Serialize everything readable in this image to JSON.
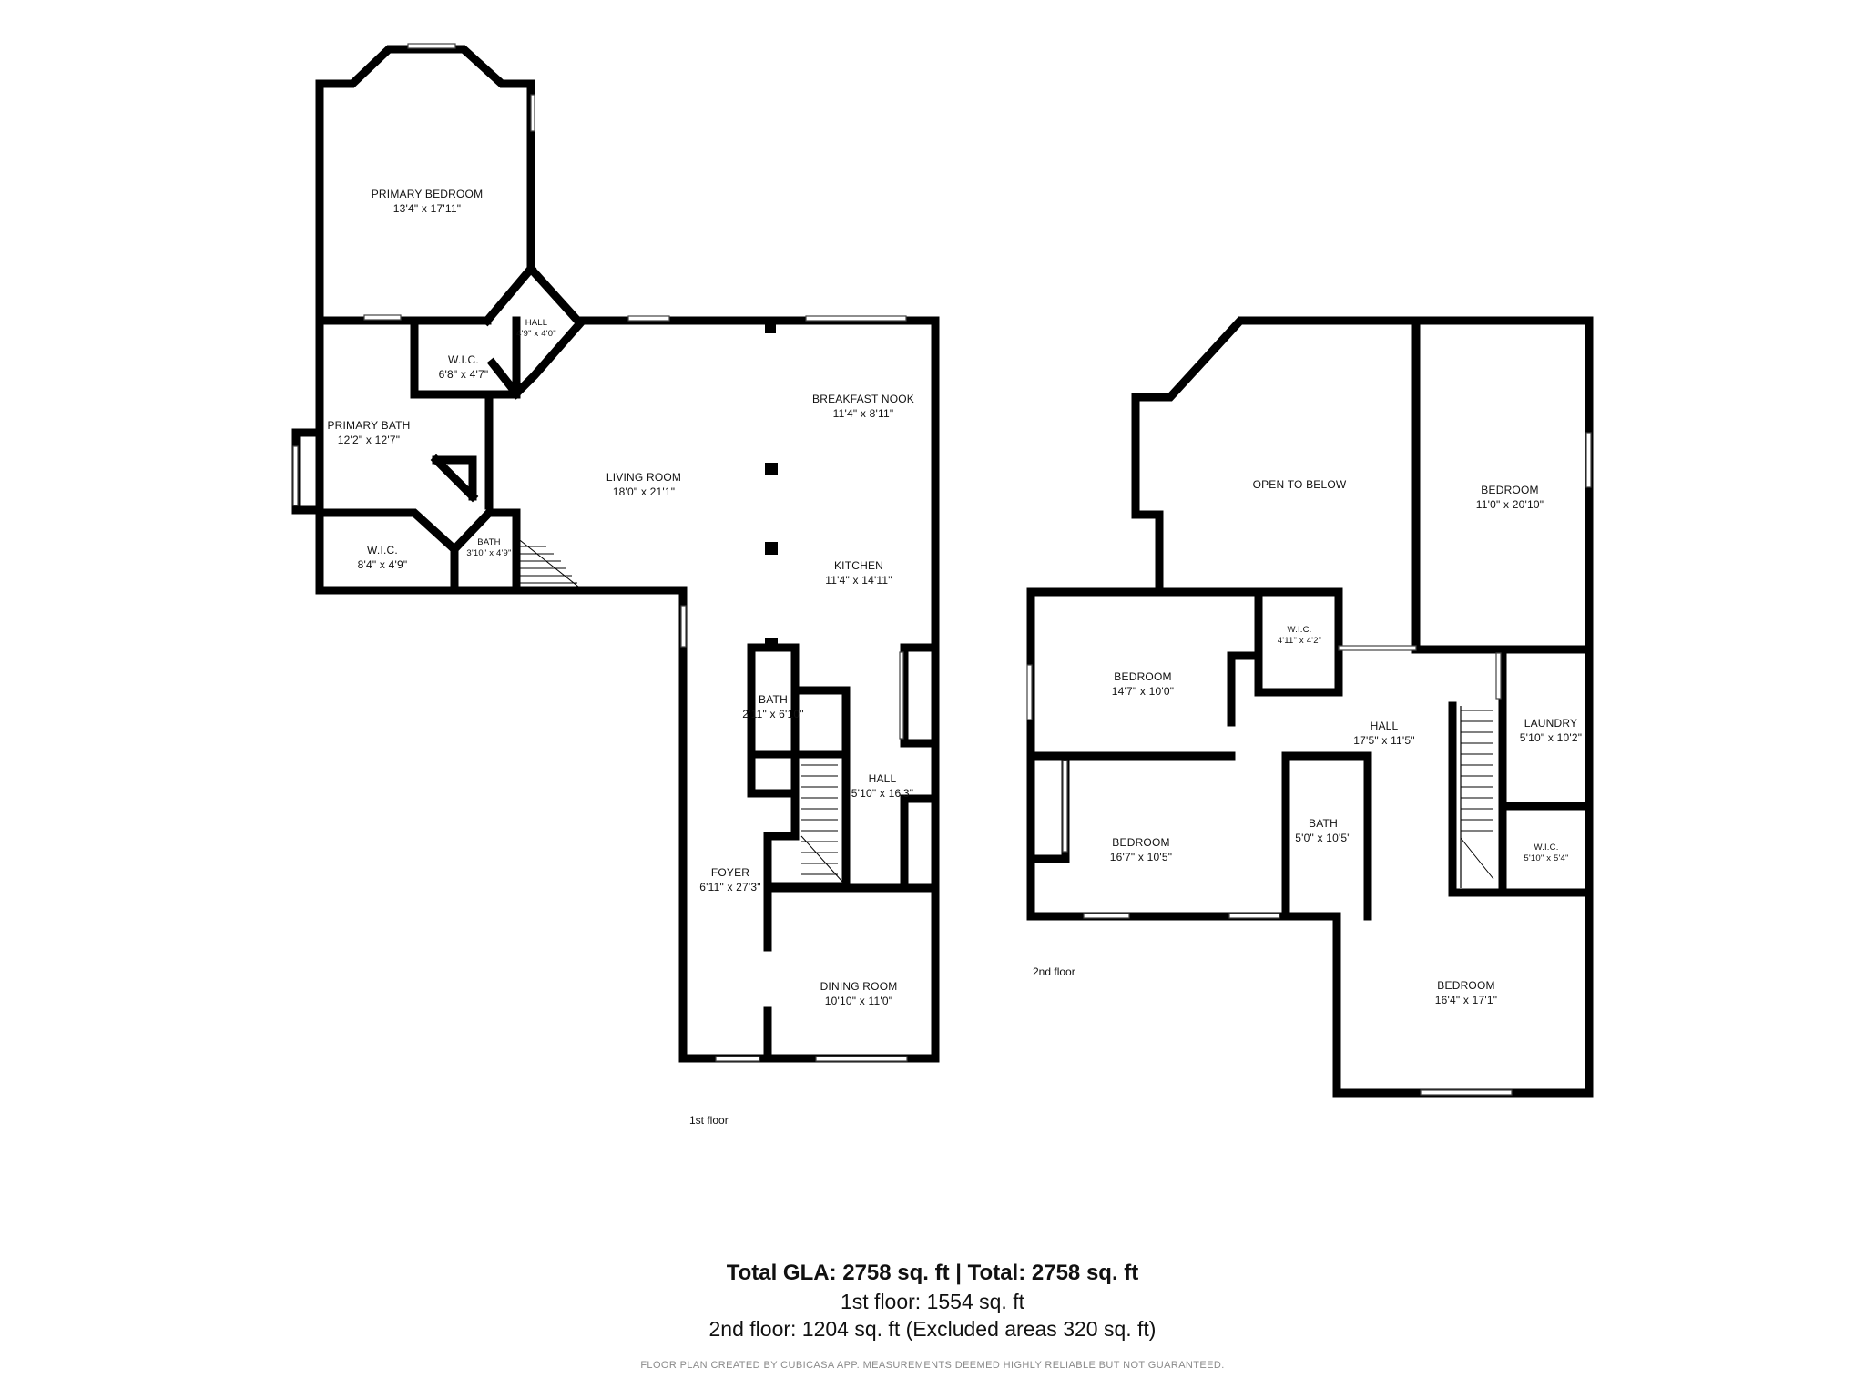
{
  "first_floor": {
    "label": "1st floor",
    "rooms": [
      {
        "id": "primary-bedroom",
        "name": "PRIMARY BEDROOM",
        "dims": "13'4\" x 17'11\""
      },
      {
        "id": "hall-1",
        "name": "HALL",
        "dims": "4'9\" x 4'0\""
      },
      {
        "id": "wic-1",
        "name": "W.I.C.",
        "dims": "6'8\" x 4'7\""
      },
      {
        "id": "primary-bath",
        "name": "PRIMARY BATH",
        "dims": "12'2\" x 12'7\""
      },
      {
        "id": "wic-2",
        "name": "W.I.C.",
        "dims": "8'4\" x 4'9\""
      },
      {
        "id": "bath-1",
        "name": "BATH",
        "dims": "3'10\" x 4'9\""
      },
      {
        "id": "living-room",
        "name": "LIVING ROOM",
        "dims": "18'0\" x 21'1\""
      },
      {
        "id": "breakfast-nook",
        "name": "BREAKFAST NOOK",
        "dims": "11'4\" x 8'11\""
      },
      {
        "id": "kitchen",
        "name": "KITCHEN",
        "dims": "11'4\" x 14'11\""
      },
      {
        "id": "bath-2",
        "name": "BATH",
        "dims": "2'11\" x 6'10\""
      },
      {
        "id": "hall-2",
        "name": "HALL",
        "dims": "5'10\" x 16'3\""
      },
      {
        "id": "foyer",
        "name": "FOYER",
        "dims": "6'11\" x 27'3\""
      },
      {
        "id": "dining-room",
        "name": "DINING ROOM",
        "dims": "10'10\" x 11'0\""
      }
    ]
  },
  "second_floor": {
    "label": "2nd floor",
    "rooms": [
      {
        "id": "open-to-below",
        "name": "OPEN TO BELOW",
        "dims": ""
      },
      {
        "id": "bedroom-1",
        "name": "BEDROOM",
        "dims": "11'0\" x 20'10\""
      },
      {
        "id": "bedroom-2",
        "name": "BEDROOM",
        "dims": "14'7\" x 10'0\""
      },
      {
        "id": "wic-3",
        "name": "W.I.C.",
        "dims": "4'11\" x 4'2\""
      },
      {
        "id": "hall-3",
        "name": "HALL",
        "dims": "17'5\" x 11'5\""
      },
      {
        "id": "laundry",
        "name": "LAUNDRY",
        "dims": "5'10\" x 10'2\""
      },
      {
        "id": "bedroom-3",
        "name": "BEDROOM",
        "dims": "16'7\" x 10'5\""
      },
      {
        "id": "bath-3",
        "name": "BATH",
        "dims": "5'0\" x 10'5\""
      },
      {
        "id": "wic-4",
        "name": "W.I.C.",
        "dims": "5'10\" x 5'4\""
      },
      {
        "id": "bedroom-4",
        "name": "BEDROOM",
        "dims": "16'4\" x 17'1\""
      }
    ]
  },
  "summary": {
    "total": "Total GLA: 2758 sq. ft | Total: 2758 sq. ft",
    "first_floor": "1st floor: 1554 sq. ft",
    "second_floor": "2nd floor: 1204 sq. ft (Excluded areas 320 sq. ft)"
  },
  "disclaimer": "FLOOR PLAN CREATED BY CUBICASA APP. MEASUREMENTS DEEMED HIGHLY RELIABLE BUT NOT GUARANTEED."
}
